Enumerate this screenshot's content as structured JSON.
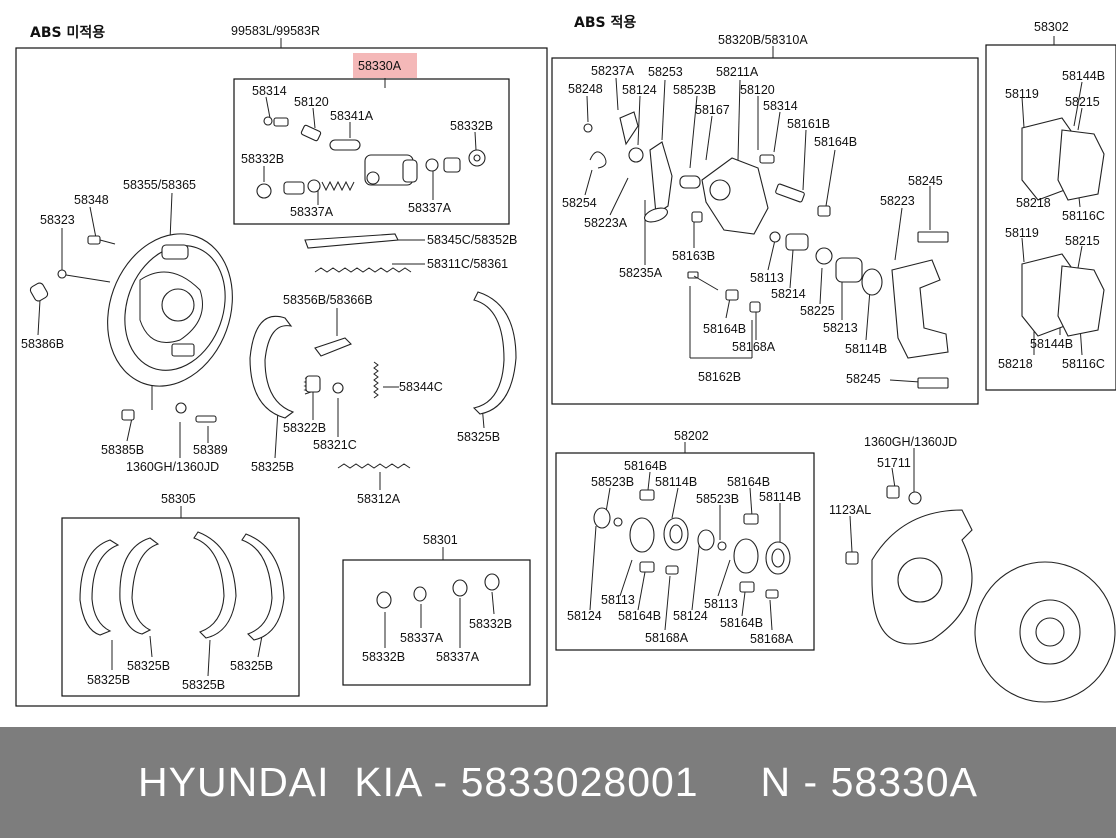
{
  "sections": {
    "abs_none": "ABS 미적용",
    "abs_with": "ABS 적용"
  },
  "highlight": {
    "label": "58330A",
    "color": "#f4b8b8"
  },
  "footer": {
    "text": "HYUNDAI  KIA - 5833028001     N - 58330A",
    "bg": "#7d7d7d"
  },
  "labels": [
    "99583L/99583R",
    "58330A",
    "58314",
    "58120",
    "58341A",
    "58332B",
    "58332B",
    "58337A",
    "58337A",
    "58355/58365",
    "58348",
    "58323",
    "58386B",
    "58345C/58352B",
    "58311C/58361",
    "58356B/58366B",
    "58344C",
    "58322B",
    "58321C",
    "58325B",
    "58325B",
    "58385B",
    "58389",
    "1360GH/1360JD",
    "58312A",
    "58305",
    "58325B",
    "58325B",
    "58325B",
    "58325B",
    "58301",
    "58332B",
    "58337A",
    "58332B",
    "58337A",
    "58320B/58310A",
    "58237A",
    "58253",
    "58211A",
    "58248",
    "58124",
    "58523B",
    "58120",
    "58167",
    "58314",
    "58161B",
    "58164B",
    "58254",
    "58223A",
    "58163B",
    "58245",
    "58223",
    "58235A",
    "58113",
    "58214",
    "58225",
    "58213",
    "58164B",
    "58168A",
    "58114B",
    "58162B",
    "58245",
    "58302",
    "58144B",
    "58119",
    "58215",
    "58218",
    "58116C",
    "58119",
    "58215",
    "58218",
    "58144B",
    "58116C",
    "58202",
    "58164B",
    "58523B",
    "58114B",
    "58164B",
    "58523B",
    "58114B",
    "58113",
    "58124",
    "58164B",
    "58124",
    "58168A",
    "58113",
    "58164B",
    "58168A",
    "1360GH/1360JD",
    "51711",
    "1123AL"
  ]
}
